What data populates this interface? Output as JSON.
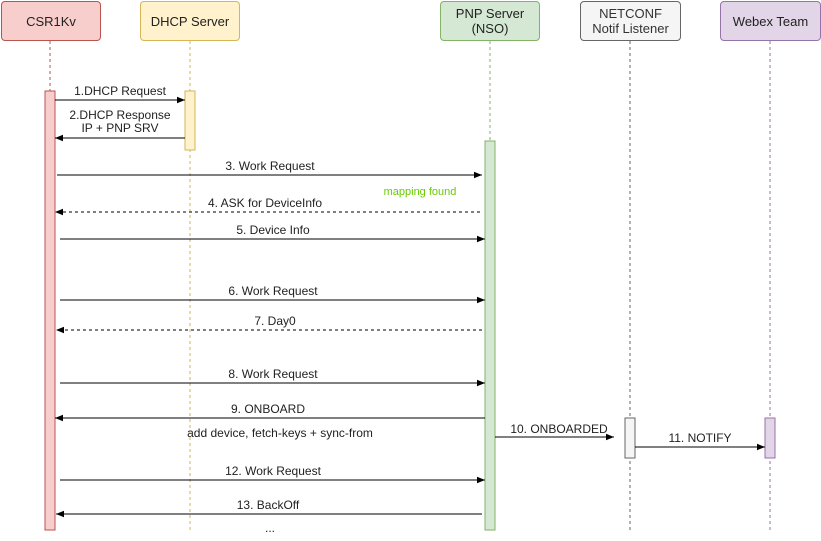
{
  "participants": {
    "csr": "CSR1Kv",
    "dhcp": "DHCP Server",
    "pnp_line1": "PNP Server",
    "pnp_line2": "(NSO)",
    "netconf_line1": "NETCONF",
    "netconf_line2": "Notif Listener",
    "webex": "Webex Team"
  },
  "messages": {
    "m1": "1.DHCP Request",
    "m2_line1": "2.DHCP Response",
    "m2_line2": "IP + PNP SRV",
    "m3": "3. Work Request",
    "note_mapping": "mapping found",
    "m4": "4. ASK for DeviceInfo",
    "m5": "5. Device Info",
    "m6": "6. Work Request",
    "m7": "7. Day0",
    "m8": "8. Work Request",
    "m9": "9. ONBOARD",
    "note_onboard": "add device, fetch-keys + sync-from",
    "m10": "10. ONBOARDED",
    "m11": "11. NOTIFY",
    "m12": "12. Work Request",
    "m13": "13. BackOff",
    "ellipsis": "..."
  },
  "colors": {
    "csr_fill": "#f8cecc",
    "dhcp_fill": "#fff2cc",
    "pnp_fill": "#d5e8d4",
    "netconf_fill": "#f5f5f5",
    "webex_fill": "#e1d5e7",
    "note_green": "#66cc00"
  }
}
